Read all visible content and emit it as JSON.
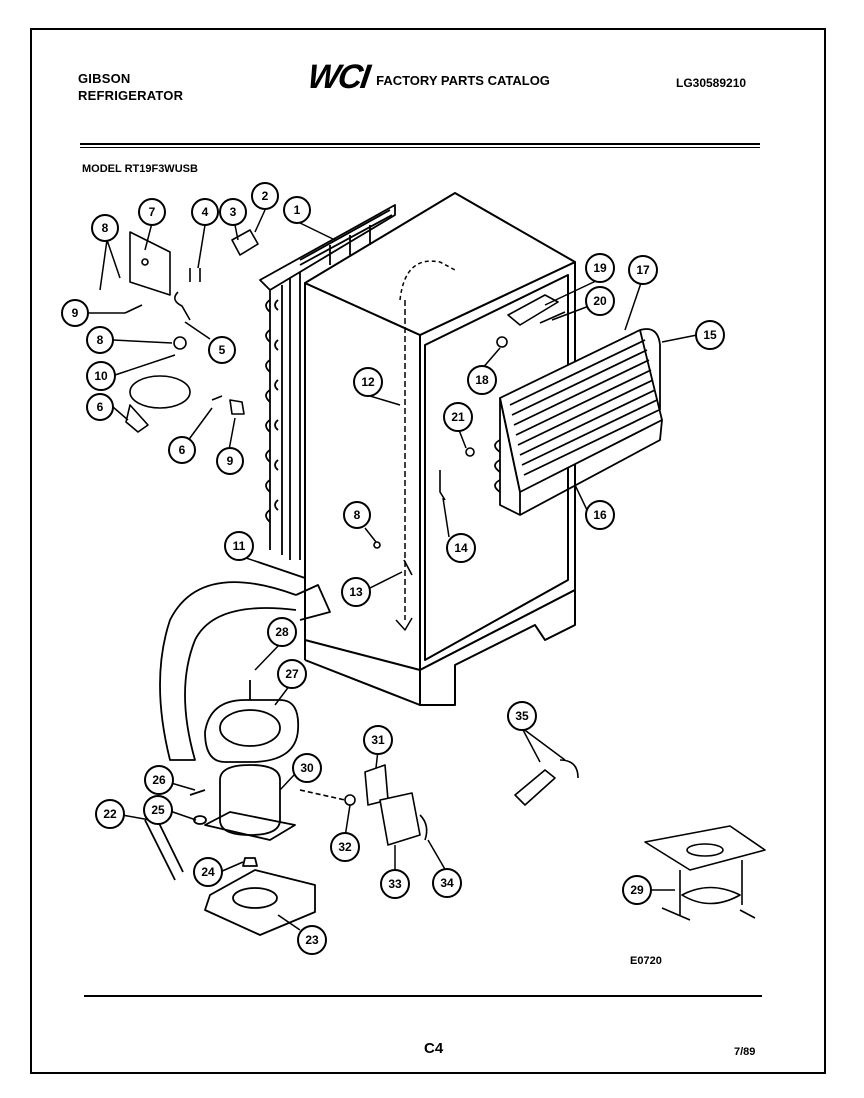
{
  "header": {
    "brand_line1": "GIBSON",
    "brand_line2": "REFRIGERATOR",
    "logo": "WCI",
    "catalog_title": "FACTORY PARTS CATALOG",
    "doc_number": "LG30589210"
  },
  "model_label": "MODEL RT19F3WUSB",
  "callouts": [
    "8",
    "7",
    "4",
    "3",
    "2",
    "1",
    "9",
    "5",
    "8",
    "10",
    "6",
    "6",
    "8",
    "9",
    "12",
    "19",
    "20",
    "17",
    "15",
    "18",
    "21",
    "16",
    "8",
    "14",
    "11",
    "13",
    "28",
    "27",
    "31",
    "30",
    "35",
    "26",
    "25",
    "22",
    "32",
    "33",
    "34",
    "24",
    "23",
    "29"
  ],
  "figure_id": "E0720",
  "footer": {
    "page": "C4",
    "date": "7/89"
  },
  "colors": {
    "ink": "#000000",
    "paper": "#ffffff"
  }
}
